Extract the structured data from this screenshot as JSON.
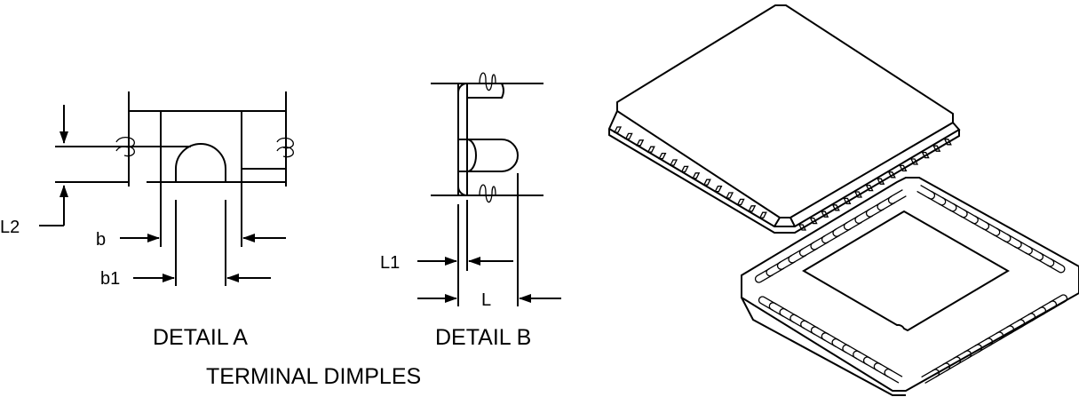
{
  "detail_a": {
    "caption": "DETAIL A",
    "labels": {
      "l2": "L2",
      "b": "b",
      "b1": "b1"
    }
  },
  "detail_b": {
    "caption": "DETAIL B",
    "labels": {
      "l1": "L1",
      "l": "L"
    }
  },
  "footer_caption": "TERMINAL DIMPLES",
  "colors": {
    "ink": "#000000",
    "paper": "#ffffff"
  }
}
